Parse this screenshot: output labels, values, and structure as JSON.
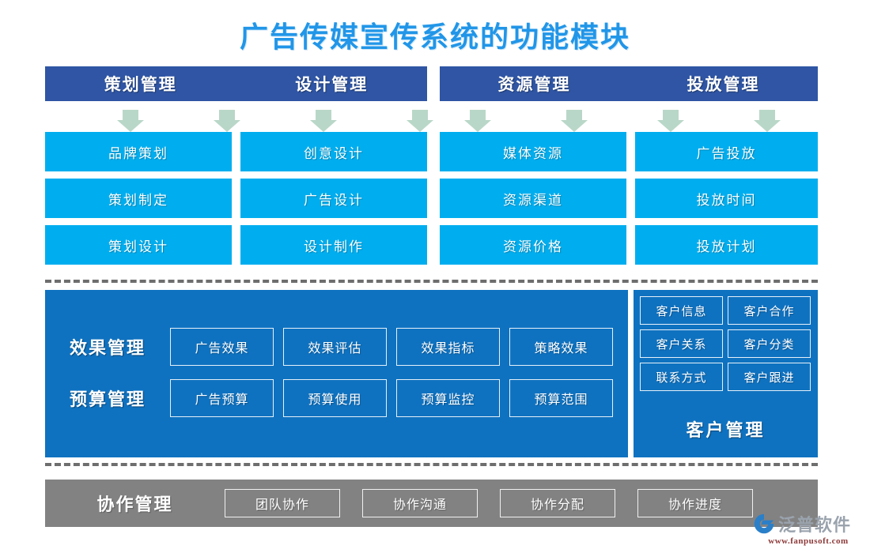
{
  "title": "广告传媒宣传系统的功能模块",
  "colors": {
    "title_blue": "#2196e8",
    "header_navy": "#2f55a4",
    "module_cyan": "#00aeef",
    "panel_blue": "#0f72c0",
    "bottom_gray": "#828282",
    "arrow_green": "#b9d7c8",
    "divider_gray": "#6e6e6e"
  },
  "header_groups": [
    {
      "titles": [
        "策划管理",
        "设计管理"
      ]
    },
    {
      "titles": [
        "资源管理",
        "投放管理"
      ]
    }
  ],
  "columns": [
    {
      "header": "策划管理",
      "items": [
        "品牌策划",
        "策划制定",
        "策划设计"
      ]
    },
    {
      "header": "设计管理",
      "items": [
        "创意设计",
        "广告设计",
        "设计制作"
      ]
    },
    {
      "header": "资源管理",
      "items": [
        "媒体资源",
        "资源渠道",
        "资源价格"
      ]
    },
    {
      "header": "投放管理",
      "items": [
        "广告投放",
        "投放时间",
        "投放计划"
      ]
    }
  ],
  "middle": {
    "rows": [
      {
        "label": "效果管理",
        "items": [
          "广告效果",
          "效果评估",
          "效果指标",
          "策略效果"
        ]
      },
      {
        "label": "预算管理",
        "items": [
          "广告预算",
          "预算使用",
          "预算监控",
          "预算范围"
        ]
      }
    ]
  },
  "customer": {
    "title": "客户管理",
    "rows": [
      [
        "客户信息",
        "客户合作"
      ],
      [
        "客户关系",
        "客户分类"
      ],
      [
        "联系方式",
        "客户跟进"
      ]
    ]
  },
  "collaboration": {
    "label": "协作管理",
    "items": [
      "团队协作",
      "协作沟通",
      "协作分配",
      "协作进度"
    ]
  },
  "logo": {
    "name": "泛普软件",
    "url": "www.fanpusoft.com"
  }
}
